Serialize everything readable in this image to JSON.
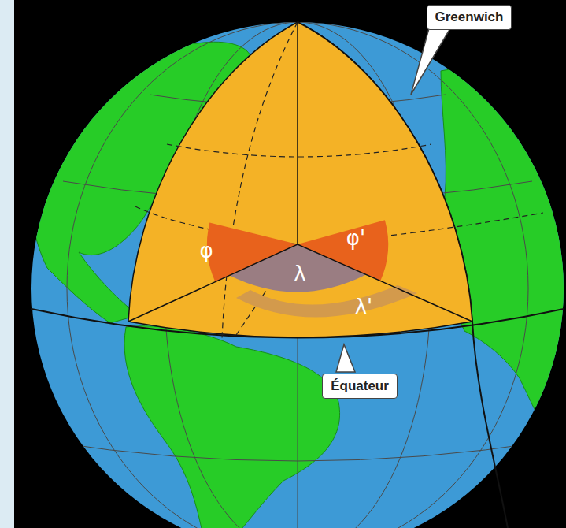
{
  "diagram": {
    "nodes": [
      {
        "text": [
          "Greenwich"
        ]
      },
      {
        "text": [
          "Équateur"
        ]
      }
    ],
    "labels": [
      "φ",
      "φ'",
      "λ",
      "λ'"
    ]
  }
}
